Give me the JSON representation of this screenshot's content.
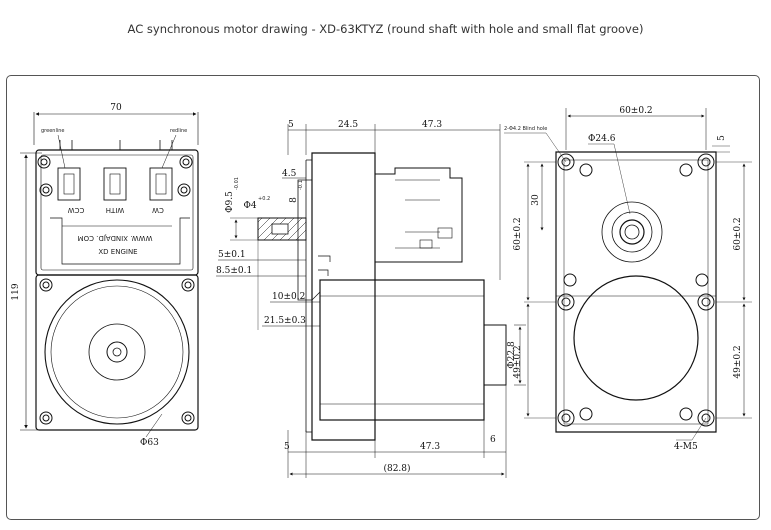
{
  "caption": "AC synchronous motor drawing - XD-63KTYZ (round shaft with hole and small flat groove)",
  "front_view": {
    "width_dim": "70",
    "height_dim": "119",
    "dia_dim": "Φ63",
    "wire_left": "greenline",
    "wire_right": "redline",
    "label_ccw": "CCW",
    "label_with": "WITH",
    "label_cw": "CW",
    "website": "WWW. XINDAJD. COM",
    "brand": "XD ENGINE"
  },
  "side_view": {
    "d_5_top": "5",
    "d_24_5": "24.5",
    "d_47_3_top": "47.3",
    "d_4_5": "4.5",
    "d_phi9_5": "Φ9.5",
    "d_phi9_5_tol": "-0.01",
    "d_phi4": "Φ4",
    "d_phi4_tol": "+0.2",
    "d_8": "8",
    "d_8_tol": "-0.1",
    "d_5_01": "5±0.1",
    "d_8_5": "8.5±0.1",
    "d_10": "10±0.2",
    "d_21_5": "21.5±0.3",
    "d_phi22_8": "Φ22.8",
    "d_5_bot": "5",
    "d_47_3_bot": "47.3",
    "d_6": "6",
    "d_82_8": "(82.8)"
  },
  "back_view": {
    "d_60_top": "60±0.2",
    "d_5": "5",
    "blind_hole": "2-Φ4.2 Blind hole",
    "d_phi24_6": "Φ24.6",
    "d_30": "30",
    "d_60_left": "60±0.2",
    "d_60_right": "60±0.2",
    "d_49_left": "49±0.2",
    "d_49_right": "49±0.2",
    "d_4m5": "4-M5"
  }
}
